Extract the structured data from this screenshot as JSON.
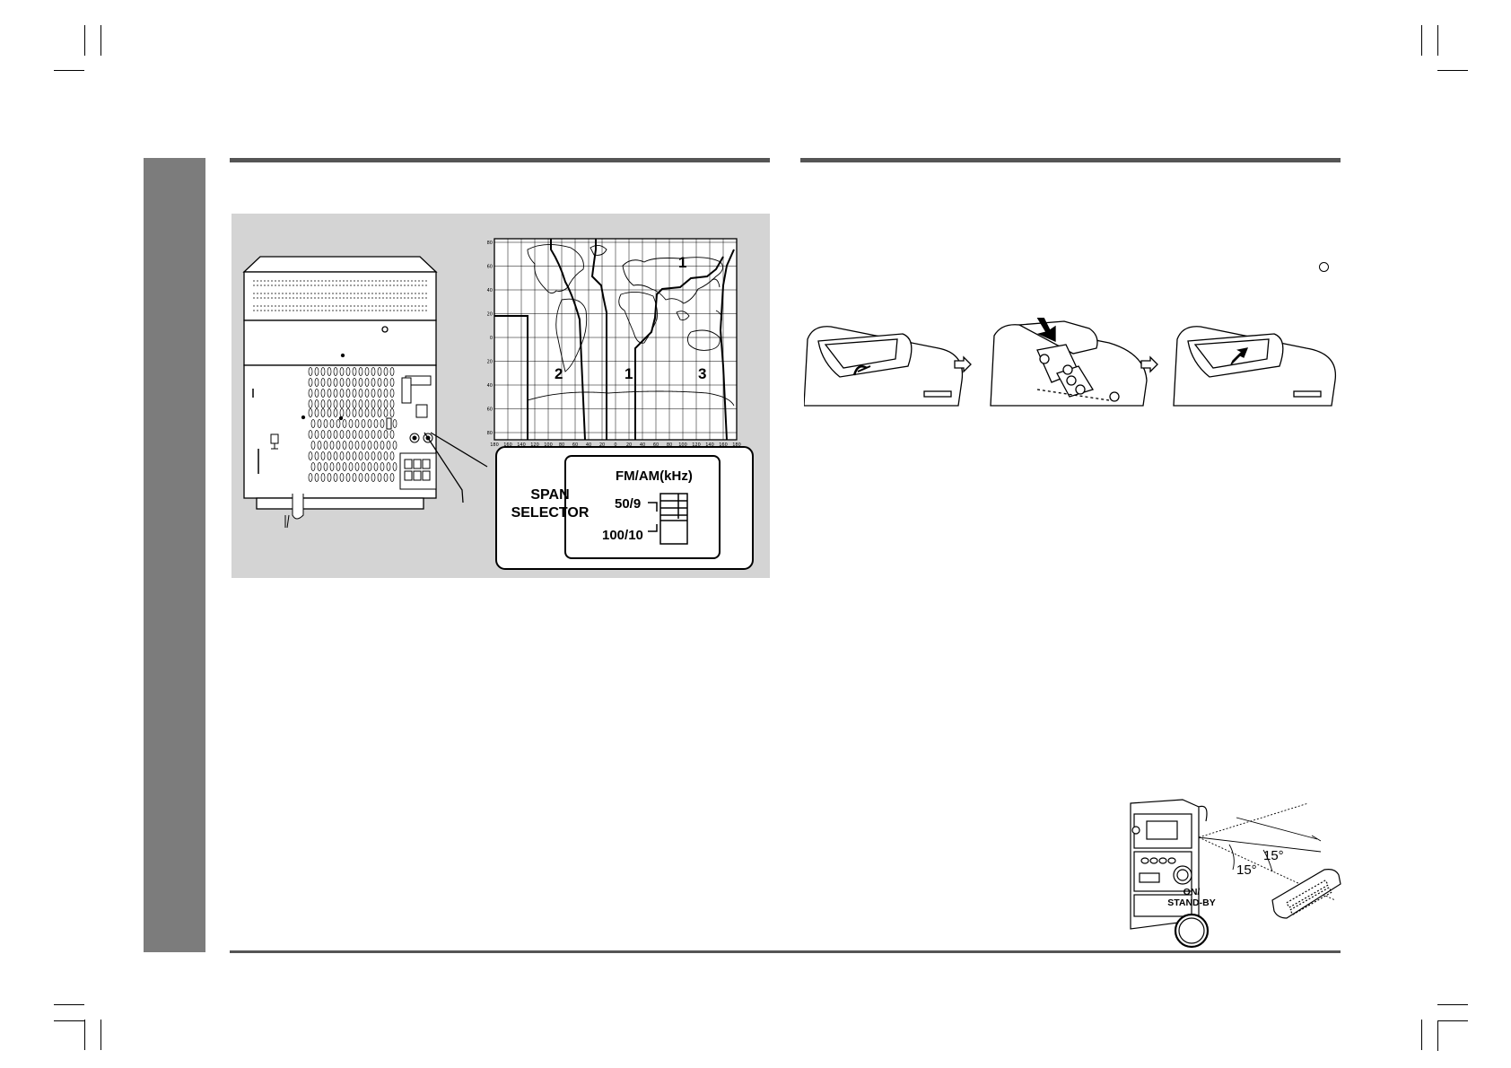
{
  "rear_panel": {
    "callout": {
      "title": "FM/AM(kHz)",
      "label_line1": "SPAN",
      "label_line2": "SELECTOR",
      "option1": "50/9",
      "option2": "100/10"
    },
    "world_map": {
      "zones": [
        "1",
        "2",
        "1",
        "3"
      ],
      "lat_ticks": [
        "80",
        "60",
        "40",
        "20",
        "0",
        "20",
        "40",
        "60",
        "80"
      ],
      "lon_ticks": [
        "180",
        "160",
        "140",
        "120",
        "100",
        "80",
        "60",
        "40",
        "20",
        "0",
        "20",
        "40",
        "60",
        "80",
        "100",
        "120",
        "140",
        "160",
        "180"
      ]
    }
  },
  "remote_range": {
    "angle_upper": "15°",
    "angle_lower": "15°",
    "button_line1": "ON/",
    "button_line2": "STAND-BY"
  }
}
